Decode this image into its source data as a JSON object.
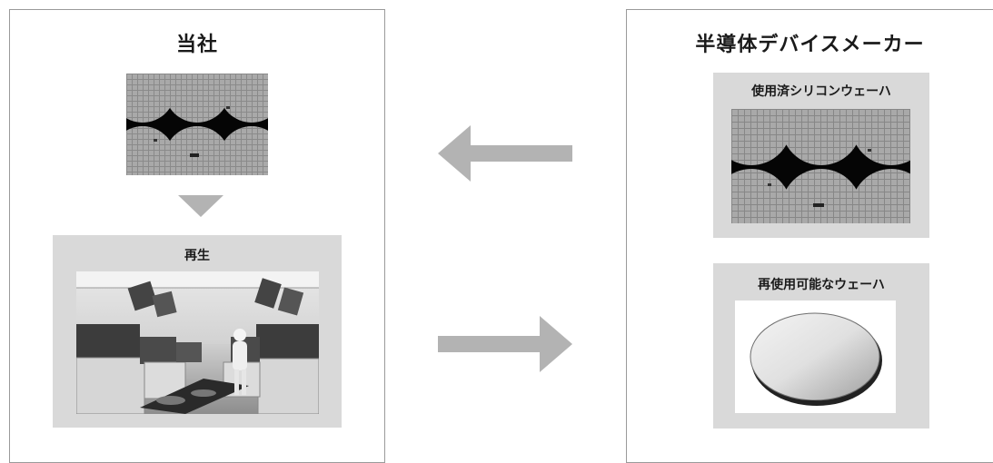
{
  "left_panel": {
    "title": "当社",
    "process_box_label": "再生"
  },
  "right_panel": {
    "title": "半導体デバイスメーカー",
    "used_box_label": "使用済シリコンウェーハ",
    "reusable_box_label": "再使用可能なウェーハ"
  },
  "colors": {
    "arrow": "#b3b3b3",
    "box_fill": "#d9d9d9",
    "border": "#9a9a9a"
  }
}
